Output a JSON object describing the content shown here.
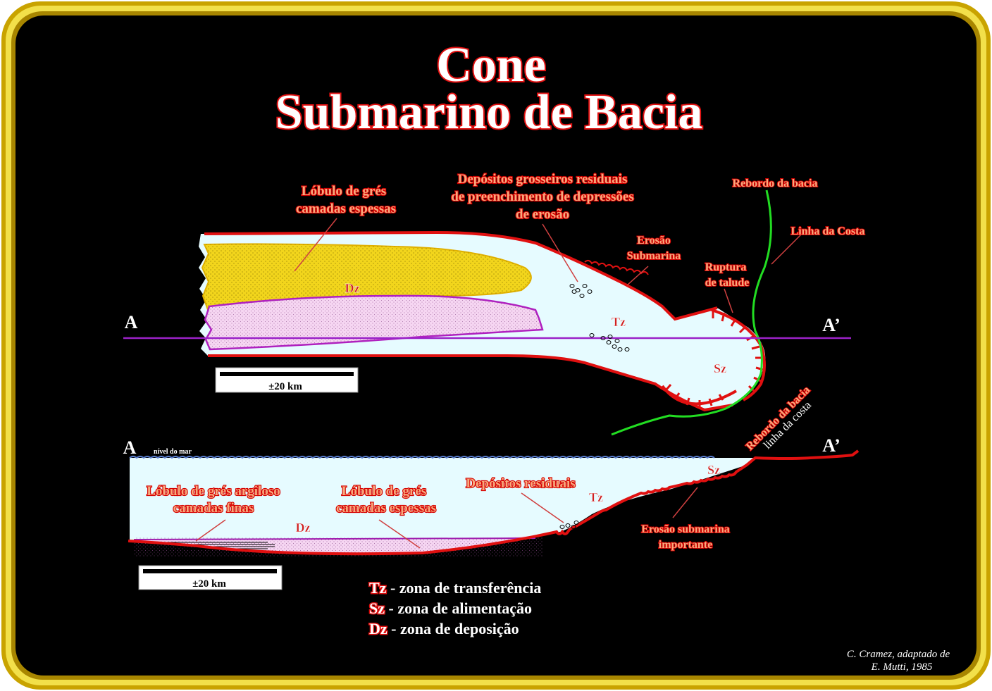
{
  "title": {
    "line1": "Cone",
    "line2": "Submarino de Bacia"
  },
  "plan_view": {
    "lobe_thick": {
      "line1": "Lóbulo de grés",
      "line2": "camadas espessas"
    },
    "residual_deposits": {
      "line1": "Depósitos grosseiros residuais",
      "line2": "de preenchimento de depressões",
      "line3": "de erosão"
    },
    "basin_edge": "Rebordo da bacia",
    "coastline": "Linha da Costa",
    "submarine_erosion": {
      "line1": "Erosão",
      "line2": "Submarina"
    },
    "slope_break": {
      "line1": "Ruptura",
      "line2": "de talude"
    },
    "dz": "Dz",
    "tz": "Tz",
    "sz": "Sz",
    "a_left": "A",
    "a_right": "A’",
    "scale": "±20 km"
  },
  "section_view": {
    "a_left": "A",
    "a_right": "A’",
    "sea_level": "nível do mar",
    "basin_edge": "Rebordo da bacia",
    "coastline": "linha da costa",
    "lobe_thin": {
      "line1": "Lóbulo  de  grés  argiloso",
      "line2": "camadas  finas"
    },
    "lobe_thick": {
      "line1": "Lóbulo  de  grés",
      "line2": "camadas  espessas"
    },
    "residual": "Depósitos  residuais",
    "erosion": {
      "line1": "Erosão submarina",
      "line2": "importante"
    },
    "dz": "Dz",
    "tz": "Tz",
    "sz": "Sz",
    "scale": "±20 km"
  },
  "legend": [
    {
      "code": "Tz",
      "text": " - zona de transferência"
    },
    {
      "code": "Sz",
      "text": " - zona de alimentação"
    },
    {
      "code": "Dz",
      "text": " - zona de deposição"
    }
  ],
  "credit": {
    "line1": "C. Cramez, adaptado de",
    "line2": "E. Mutti, 1985"
  },
  "colors": {
    "background": "#000000",
    "frame": "#e8c400",
    "fan_fill": "#e6fbff",
    "thick_lobe": "#f2d51c",
    "thin_lobe": "#f6d6f2",
    "outline": "#e01010",
    "coastline": "#22dd22"
  }
}
